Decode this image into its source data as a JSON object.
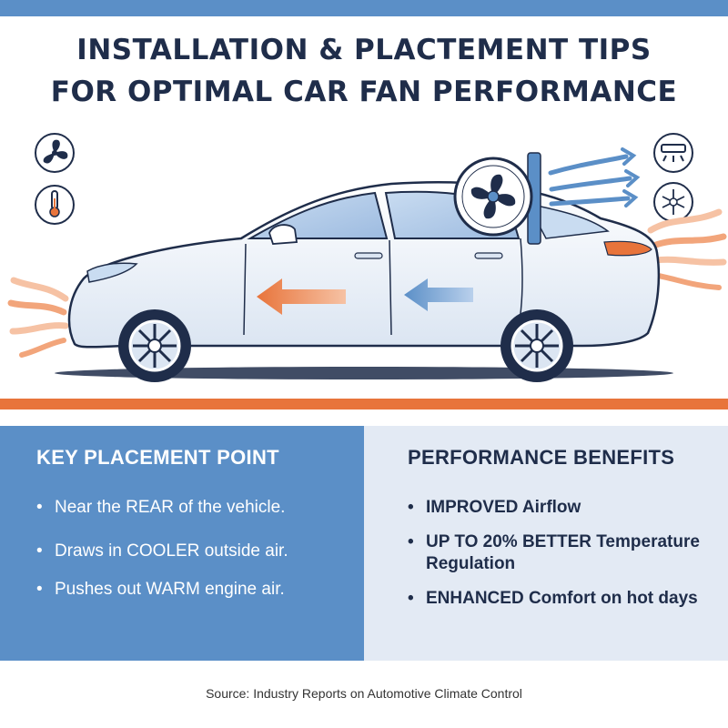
{
  "title": {
    "line1": "INSTALLATION & PLACTEMENT TIPS",
    "line2": "FOR OPTIMAL CAR FAN PERFORMANCE"
  },
  "colors": {
    "top_bar": "#5b8fc7",
    "accent_orange": "#e8743b",
    "title_navy": "#1f2d4a",
    "left_panel": "#5b8fc7",
    "right_panel": "#e3eaf4",
    "airflow_blue": "#5b8fc7"
  },
  "icons": [
    "fan-icon",
    "thermometer-icon",
    "ac-vent-icon",
    "temperature-control-icon"
  ],
  "illustration": {
    "subject": "car-side-view",
    "elements": [
      "car-body",
      "front-wheel",
      "rear-wheel",
      "rear-window-fan",
      "hot-air-arrow",
      "cool-air-arrow",
      "exhaust-heat-waves",
      "front-heat-waves",
      "fan-airflow-arrows"
    ]
  },
  "placement": {
    "heading": "KEY PLACEMENT POINT",
    "items": [
      "Near the REAR of the vehicle.",
      "Draws in COOLER outside air.",
      "Pushes out WARM engine air."
    ]
  },
  "benefits": {
    "heading": "PERFORMANCE BENEFITS",
    "items": [
      "IMPROVED Airflow",
      "UP TO 20% BETTER Temperature Regulation",
      "ENHANCED Comfort on hot days"
    ]
  },
  "source": "Source: Industry Reports on Automotive Climate Control"
}
